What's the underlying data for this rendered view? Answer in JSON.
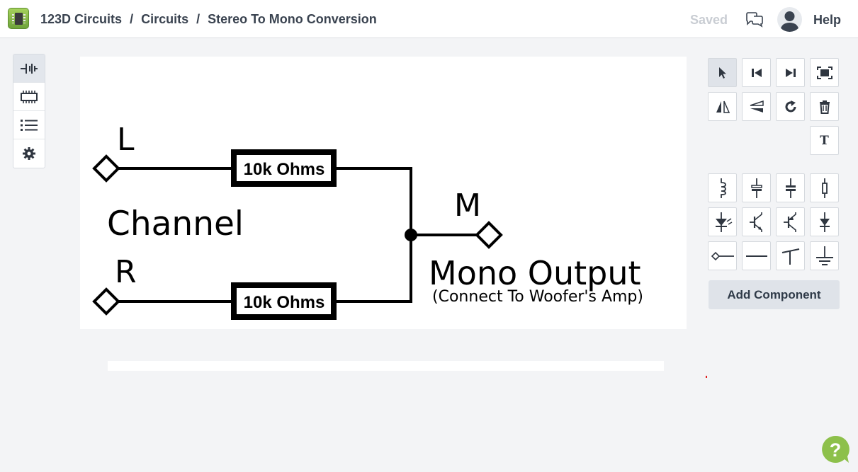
{
  "header": {
    "breadcrumb": [
      "123D Circuits",
      "Circuits",
      "Stereo To Mono Conversion"
    ],
    "separator": "/",
    "status": "Saved",
    "help_label": "Help"
  },
  "left_toolbar": {
    "tools": [
      {
        "name": "components-tool",
        "icon": "battery-symbol-icon",
        "active": true
      },
      {
        "name": "chip-tool",
        "icon": "chip-icon",
        "active": false
      },
      {
        "name": "list-tool",
        "icon": "list-icon",
        "active": false
      },
      {
        "name": "settings-tool",
        "icon": "gear-icon",
        "active": false
      }
    ]
  },
  "schematic": {
    "node_left_top": "L",
    "node_left_bottom": "R",
    "channel_label": "Channel",
    "resistor_top": "10k Ohms",
    "resistor_bottom": "10k Ohms",
    "node_output": "M",
    "output_title": "Mono Output",
    "output_subtitle": "(Connect To Woofer's Amp)"
  },
  "right_toolbar": {
    "edit_tools": [
      "select-pointer-icon",
      "step-back-icon",
      "step-forward-icon",
      "fit-screen-icon",
      "flip-icon",
      "mirror-icon",
      "rotate-icon",
      "trash-icon",
      "",
      "",
      "",
      "text-tool-icon"
    ],
    "text_tool_glyph": "T",
    "components": [
      "inductor-icon",
      "capacitor-polarized-icon",
      "capacitor-icon",
      "resistor-icon",
      "led-icon",
      "npn-transistor-icon",
      "pnp-transistor-icon",
      "diode-icon",
      "terminal-icon",
      "wire-icon",
      "switch-icon",
      "ground-icon"
    ],
    "add_component_label": "Add Component"
  },
  "colors": {
    "accent_green": "#8dc04b",
    "toolbar_active": "#dfe3e9",
    "text_dark": "#3a4350"
  }
}
